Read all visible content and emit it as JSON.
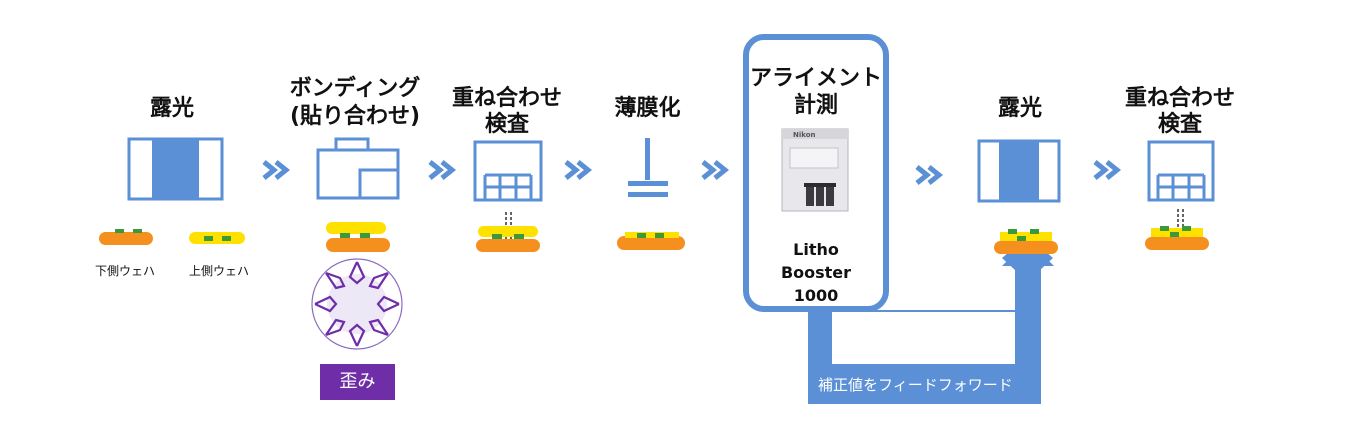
{
  "steps": {
    "exposure1": "露光",
    "bonding_line1": "ボンディング",
    "bonding_line2": "(貼り合わせ)",
    "overlay1_line1": "重ね合わせ",
    "overlay1_line2": "検査",
    "thin_film": "薄膜化",
    "alignment_line1": "アライメント",
    "alignment_line2": "計測",
    "exposure2": "露光",
    "overlay2_line1": "重ね合わせ",
    "overlay2_line2": "検査"
  },
  "labels": {
    "lower_wafer": "下側ウェハ",
    "upper_wafer": "上側ウェハ",
    "distortion": "歪み",
    "feedforward": "補正値をフィードフォワード"
  },
  "product": {
    "line1": "Litho",
    "line2": "Booster",
    "line3": "1000",
    "brand": "Nikon"
  },
  "colors": {
    "accent": "#5b8fd6",
    "orange": "#f5901e",
    "yellow": "#ffe100",
    "green": "#3a9a3a",
    "purple": "#6f2da8"
  }
}
